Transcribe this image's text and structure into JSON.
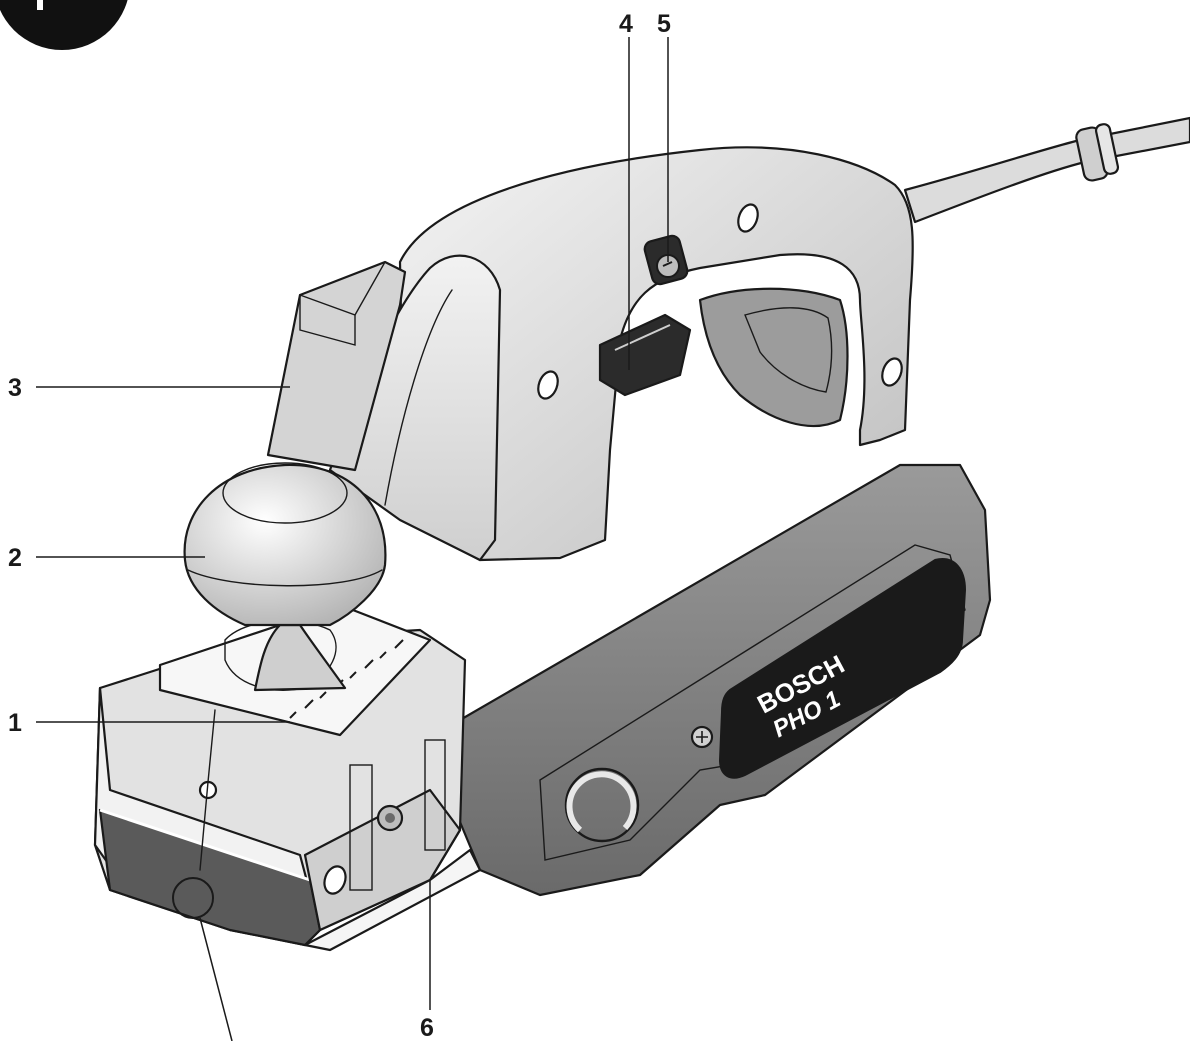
{
  "brand": {
    "name": "BOSCH",
    "model": "PHO 1"
  },
  "callouts": [
    {
      "id": "1",
      "label": "1"
    },
    {
      "id": "2",
      "label": "2"
    },
    {
      "id": "3",
      "label": "3"
    },
    {
      "id": "4",
      "label": "4"
    },
    {
      "id": "5",
      "label": "5"
    },
    {
      "id": "6",
      "label": "6"
    }
  ],
  "colors": {
    "line": "#1a1a1a",
    "body_light": "#ececec",
    "body_mid": "#c8c8c8",
    "body_dark": "#8a8a8a",
    "motor_housing": "#7a7a7a",
    "badge": "#1a1a1a",
    "sole": "#5a5a5a"
  }
}
